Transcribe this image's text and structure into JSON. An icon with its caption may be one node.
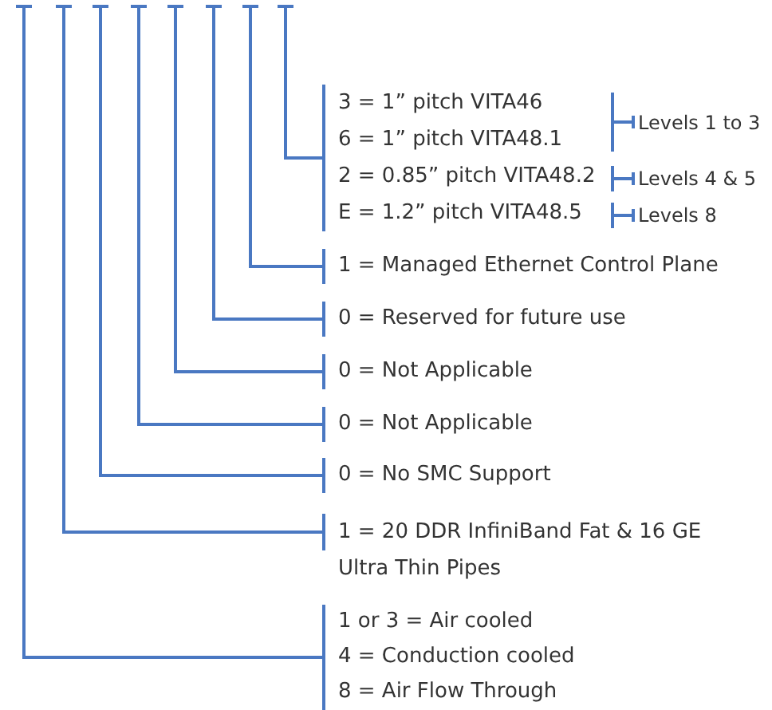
{
  "diagram": {
    "nodes": [
      {
        "text": [],
        "shape": "bar"
      },
      {
        "text": [],
        "shape": "bar"
      },
      {
        "text": [],
        "shape": "bar"
      },
      {
        "text": [],
        "shape": "bar"
      },
      {
        "text": [],
        "shape": "bar"
      },
      {
        "text": [],
        "shape": "bar"
      },
      {
        "text": [],
        "shape": "bar"
      },
      {
        "text": [],
        "shape": "bar"
      },
      {
        "text": [
          "3 = 1” pitch VITA46",
          "6 = 1” pitch VITA48.1",
          "2 = 0.85” pitch VITA48.2",
          "E = 1.2” pitch VITA48.5"
        ]
      },
      {
        "text": [
          "1 = Managed Ethernet Control Plane"
        ]
      },
      {
        "text": [
          "0 = Reserved for future use"
        ]
      },
      {
        "text": [
          "0 = Not Applicable"
        ]
      },
      {
        "text": [
          "0 = Not Applicable"
        ]
      },
      {
        "text": [
          "0 = No SMC Support"
        ]
      },
      {
        "text": [
          "1 = 20 DDR InfiniBand Fat & 16 GE Ultra Thin Pipes"
        ]
      },
      {
        "text": [
          "1 or 3 = Air cooled",
          "4 = Conduction cooled",
          "8 = Air Flow Through"
        ]
      }
    ],
    "edges": [
      {
        "from": 7,
        "to": 8,
        "arrow": "none"
      },
      {
        "from": 6,
        "to": 9,
        "arrow": "none"
      },
      {
        "from": 5,
        "to": 10,
        "arrow": "none"
      },
      {
        "from": 4,
        "to": 11,
        "arrow": "none"
      },
      {
        "from": 3,
        "to": 12,
        "arrow": "none"
      },
      {
        "from": 2,
        "to": 13,
        "arrow": "none"
      },
      {
        "from": 1,
        "to": 14,
        "arrow": "none"
      },
      {
        "from": 0,
        "to": 15,
        "arrow": "none"
      }
    ],
    "labels": [
      "Levels 1 to 3",
      "Levels 4 & 5",
      "Levels 8"
    ]
  }
}
